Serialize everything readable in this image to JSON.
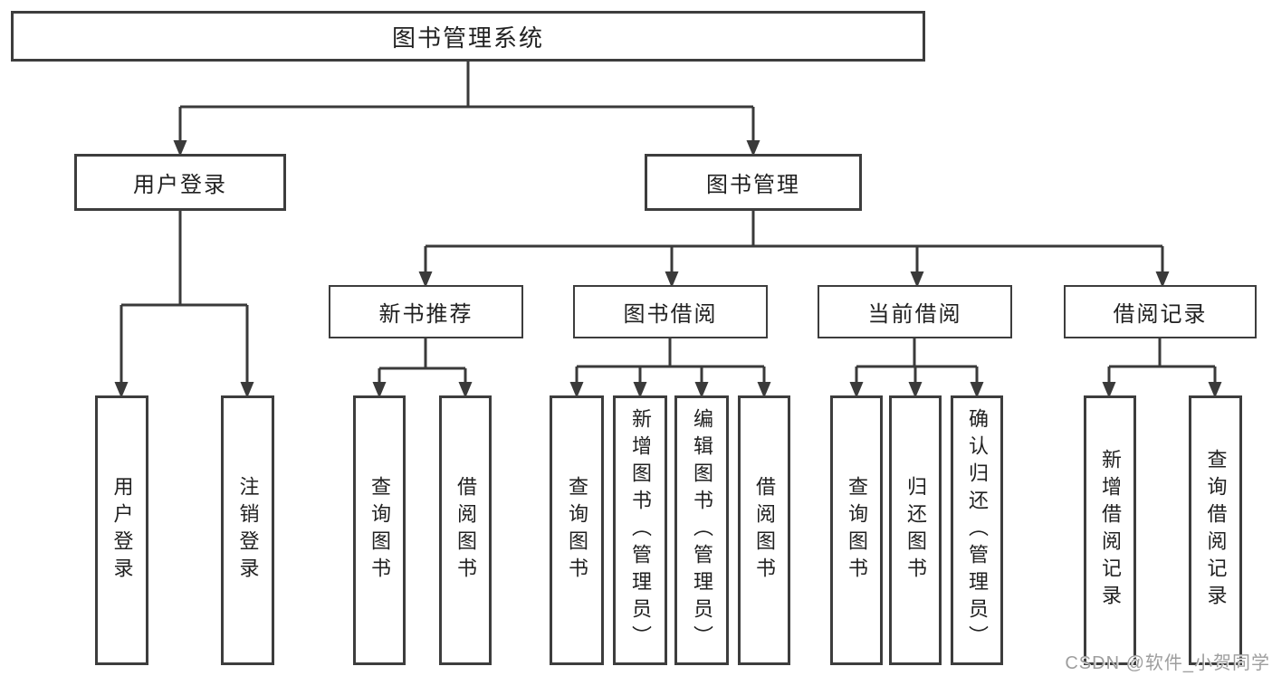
{
  "root": {
    "label": "图书管理系统"
  },
  "level2": [
    {
      "label": "用户登录"
    },
    {
      "label": "图书管理"
    }
  ],
  "level3": [
    {
      "label": "新书推荐",
      "parent": "图书管理"
    },
    {
      "label": "图书借阅",
      "parent": "图书管理"
    },
    {
      "label": "当前借阅",
      "parent": "图书管理"
    },
    {
      "label": "借阅记录",
      "parent": "图书管理"
    }
  ],
  "leaves": [
    {
      "label": "用户登录",
      "parent": "用户登录"
    },
    {
      "label": "注销登录",
      "parent": "用户登录"
    },
    {
      "label": "查询图书",
      "parent": "新书推荐"
    },
    {
      "label": "借阅图书",
      "parent": "新书推荐"
    },
    {
      "label": "查询图书",
      "parent": "图书借阅"
    },
    {
      "label": "新增图书（管理员）",
      "parent": "图书借阅"
    },
    {
      "label": "编辑图书（管理员）",
      "parent": "图书借阅"
    },
    {
      "label": "借阅图书",
      "parent": "图书借阅"
    },
    {
      "label": "查询图书",
      "parent": "当前借阅"
    },
    {
      "label": "归还图书",
      "parent": "当前借阅"
    },
    {
      "label": "确认归还（管理员）",
      "parent": "当前借阅"
    },
    {
      "label": "新增借阅记录",
      "parent": "借阅记录"
    },
    {
      "label": "查询借阅记录",
      "parent": "借阅记录"
    }
  ],
  "watermark": {
    "text": "CSDN @软件_小贺同学"
  },
  "colors": {
    "line": "#3a3a3a",
    "box_border": "#3d3d3d",
    "text": "#212121",
    "watermark": "#9e9e9e",
    "background": "#ffffff"
  }
}
